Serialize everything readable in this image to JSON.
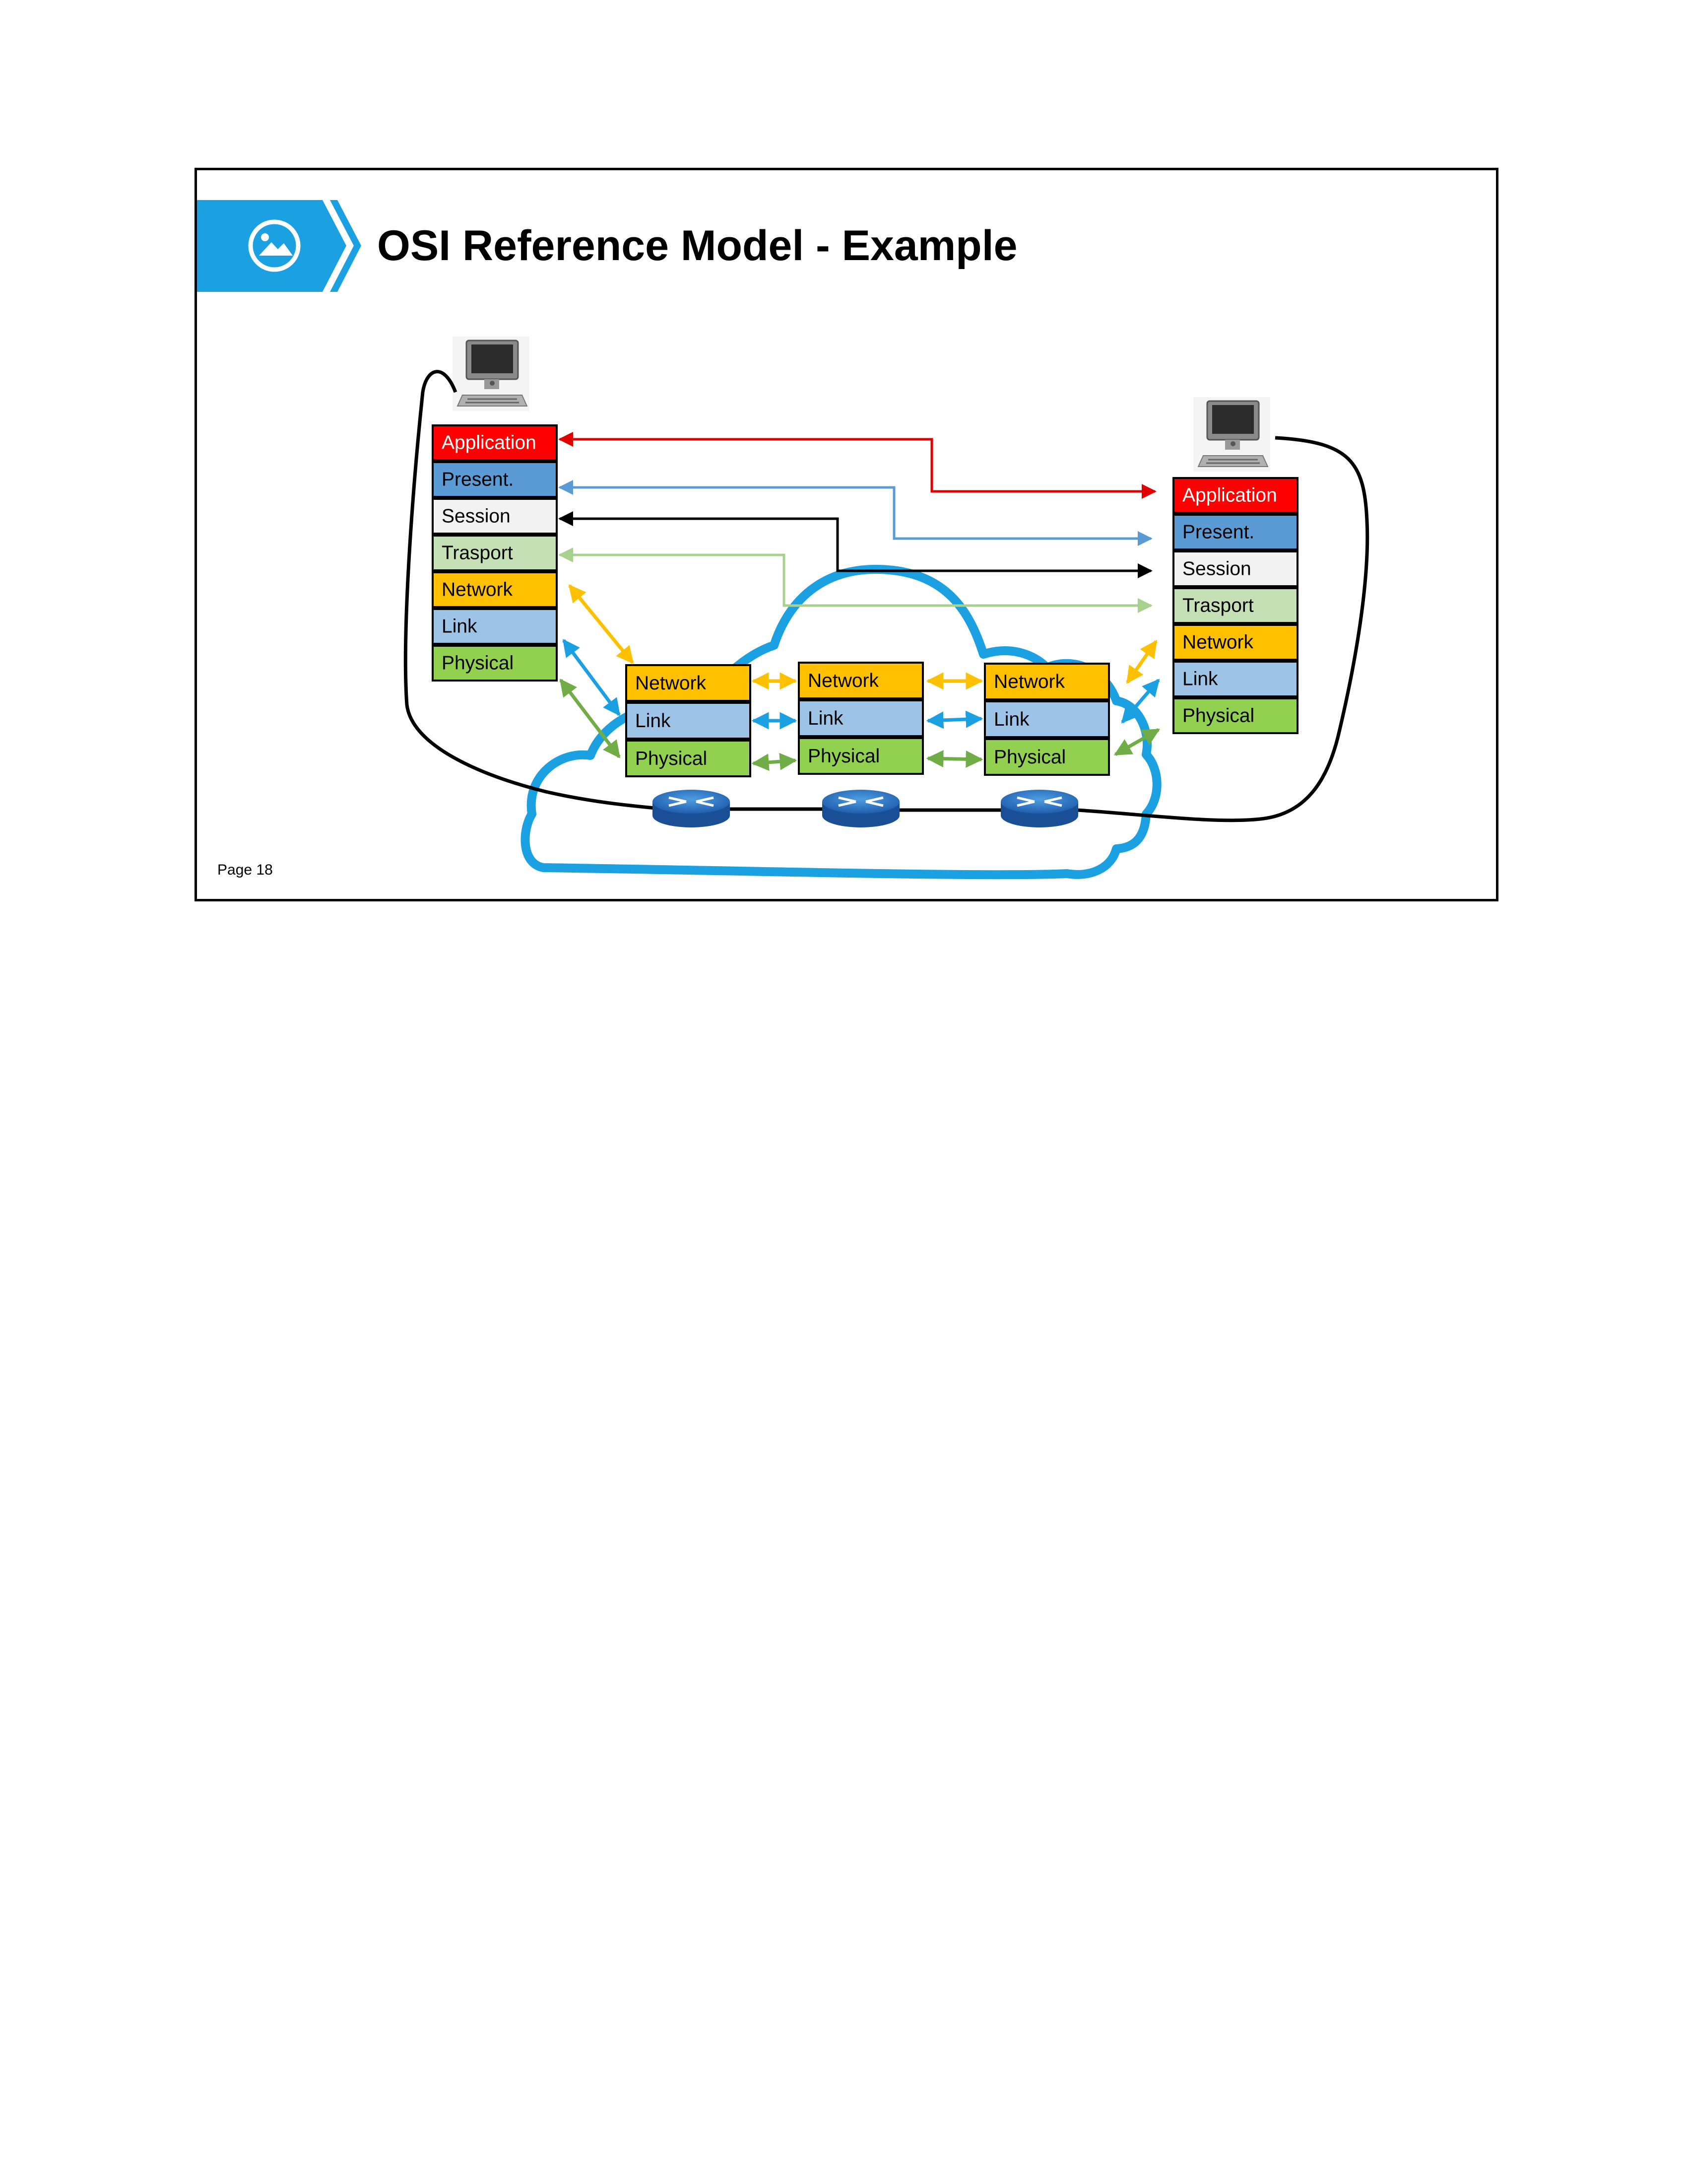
{
  "slide": {
    "title": "OSI Reference Model - Example",
    "page_label": "Page 18",
    "icon": "image-icon",
    "accent_color": "#1BA1E2"
  },
  "host_left": {
    "icon": "computer-icon",
    "layers": [
      "Application",
      "Present.",
      "Session",
      "Trasport",
      "Network",
      "Link",
      "Physical"
    ]
  },
  "host_right": {
    "icon": "computer-icon",
    "layers": [
      "Application",
      "Present.",
      "Session",
      "Trasport",
      "Network",
      "Link",
      "Physical"
    ]
  },
  "routers": [
    {
      "icon": "router-icon",
      "layers": [
        "Network",
        "Link",
        "Physical"
      ]
    },
    {
      "icon": "router-icon",
      "layers": [
        "Network",
        "Link",
        "Physical"
      ]
    },
    {
      "icon": "router-icon",
      "layers": [
        "Network",
        "Link",
        "Physical"
      ]
    }
  ],
  "layer_colors": {
    "Application": "#FF0000",
    "Present.": "#5B9BD5",
    "Session": "#F2F2F2",
    "Trasport": "#C5E0B4",
    "Network": "#FFC000",
    "Link": "#9DC3E6",
    "Physical": "#92D050"
  },
  "cloud_color": "#1BA1E2"
}
